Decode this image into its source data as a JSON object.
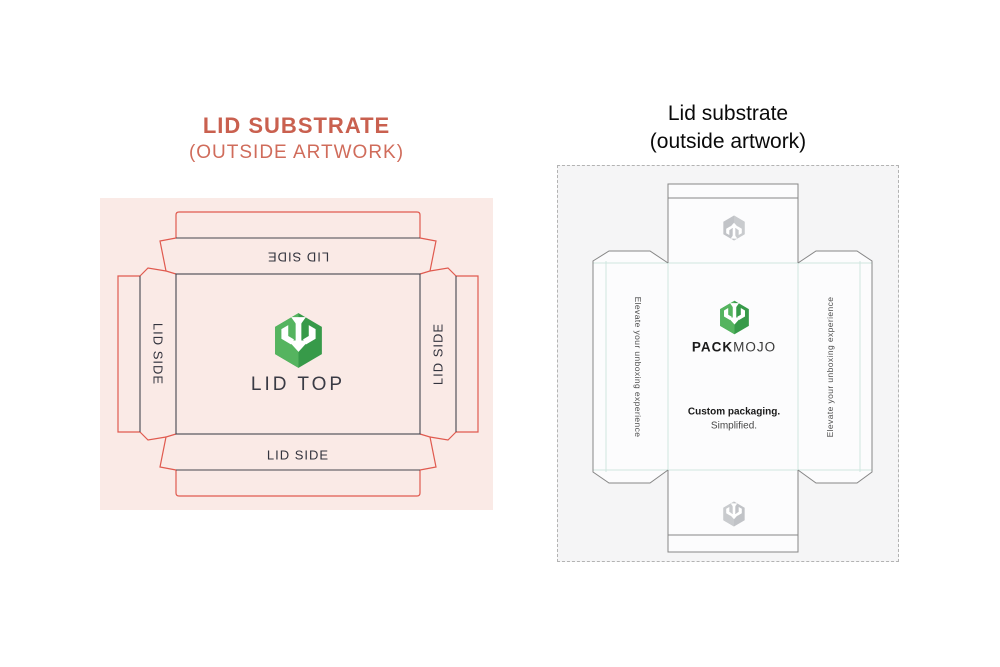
{
  "left_figure": {
    "title_line1": "LID SUBSTRATE",
    "title_line2": "(OUTSIDE ARTWORK)",
    "labels": {
      "top_flap": "LID SIDE",
      "left_flap": "LID SIDE",
      "right_flap": "LID SIDE",
      "bottom_flap": "LID SIDE",
      "center": "LID TOP"
    },
    "colors": {
      "background": "#FAEAE6",
      "cut_line": "#E05A4F",
      "fold_line": "#45454F",
      "title_text": "#C9604F",
      "label_text": "#33343E",
      "logo_green_light": "#55B45F",
      "logo_green_dark": "#379A49"
    }
  },
  "right_figure": {
    "title_line1": "Lid substrate",
    "title_line2": "(outside artwork)",
    "brand": {
      "logo_icon": "packmojo-cube-arrow-icon",
      "wordmark_bold": "PACK",
      "wordmark_light": "MOJO"
    },
    "tagline_line1": "Custom packaging.",
    "tagline_line2": "Simplified.",
    "side_text": "Elevate your unboxing experience",
    "colors": {
      "artboard_fill": "#F5F5F6",
      "artboard_border": "#B3B3B3",
      "cut_line": "#868686",
      "fold_line": "#CFE6E0",
      "panel_fill": "#FCFCFD",
      "watermark": "#C9CBCE"
    }
  }
}
